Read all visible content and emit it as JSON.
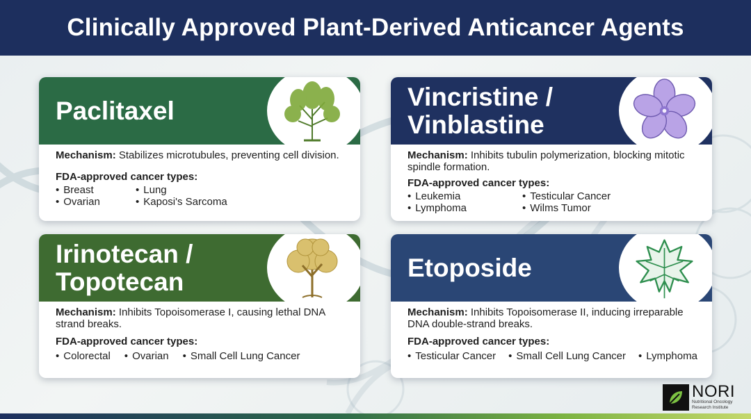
{
  "title": "Clinically Approved Plant-Derived Anticancer Agents",
  "mechanism_label": "Mechanism:",
  "fda_label": "FDA-approved cancer types:",
  "colors": {
    "header": "#1d2f5e",
    "green_dark": "#2b6b45",
    "green_olive": "#3e6b31",
    "navy": "#1f3160",
    "navy_mid": "#2a4675"
  },
  "cards": [
    {
      "title": "Paclitaxel",
      "mechanism": "Stabilizes microtubules, preventing cell division.",
      "types": [
        "Breast",
        "Lung",
        "Ovarian",
        "Kaposi's Sarcoma"
      ],
      "icon": "yew-tree-icon",
      "color": "#2b6b45"
    },
    {
      "title": "Vincristine /\nVinblastine",
      "mechanism": "Inhibits tubulin polymerization, blocking mitotic spindle formation.",
      "types": [
        "Leukemia",
        "Testicular Cancer",
        "Lymphoma",
        "Wilms Tumor"
      ],
      "icon": "periwinkle-flower-icon",
      "color": "#1f3160"
    },
    {
      "title": "Irinotecan /\nTopotecan",
      "mechanism": "Inhibits Topoisomerase I, causing lethal DNA strand breaks.",
      "types": [
        "Colorectal",
        "Ovarian",
        "Small Cell Lung Cancer"
      ],
      "icon": "camptotheca-tree-icon",
      "color": "#3e6b31"
    },
    {
      "title": "Etoposide",
      "mechanism": "Inhibits Topoisomerase II, inducing irreparable DNA double-strand breaks.",
      "types": [
        "Testicular Cancer",
        "Small Cell Lung Cancer",
        "Lymphoma"
      ],
      "icon": "mayapple-leaf-icon",
      "color": "#2a4675"
    }
  ],
  "logo": {
    "name": "NORI",
    "subtitle_line1": "Nutritional Oncology",
    "subtitle_line2": "Research Institute"
  }
}
